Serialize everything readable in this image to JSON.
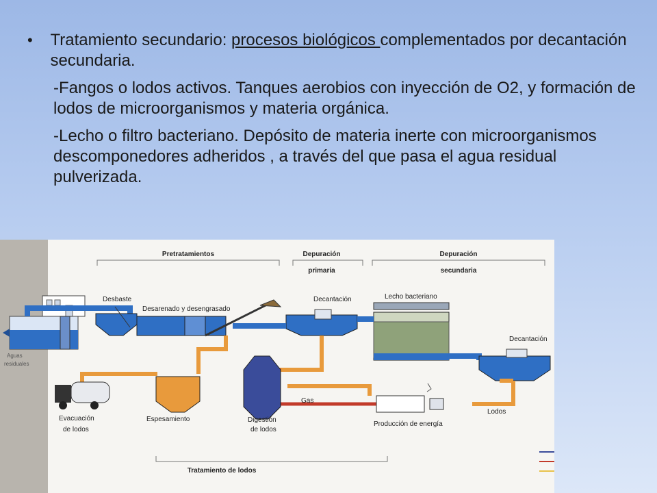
{
  "text": {
    "p1_prefix": "Tratamiento secundario: ",
    "p1_link": "procesos biológicos ",
    "p1_suffix": "complementados por decantación secundaria.",
    "p2": "-Fangos o lodos activos. Tanques aerobios con inyección de O2, y formación de lodos de microorganismos y materia orgánica.",
    "p3": "-Lecho o filtro bacteriano. Depósito de materia inerte con microorganismos descomponedores adheridos , a través del que pasa el agua residual pulverizada."
  },
  "diagram": {
    "pretratamientos": "Pretratamientos",
    "dep_primaria_1": "Depuración",
    "dep_primaria_2": "primaria",
    "dep_secundaria_1": "Depuración",
    "dep_secundaria_2": "secundaria",
    "desbaste": "Desbaste",
    "desarenado": "Desarenado y desengrasado",
    "decantacion1": "Decantación",
    "lecho": "Lecho bacteriano",
    "decantacion2": "Decantación",
    "aguas_1": "Aguas",
    "aguas_2": "residuales",
    "evacuacion_1": "Evacuación",
    "evacuacion_2": "de lodos",
    "espesamiento": "Espesamiento",
    "digestion_1": "Digestión",
    "digestion_2": "de lodos",
    "gas": "Gas",
    "produccion": "Producción de energía",
    "lodos": "Lodos",
    "tratamiento": "Tratamiento de lodos"
  },
  "colors": {
    "water": "#2f6fc4",
    "sludge": "#e89a3c",
    "gas": "#c23a2a",
    "pipe_light": "#8fb3e0"
  }
}
